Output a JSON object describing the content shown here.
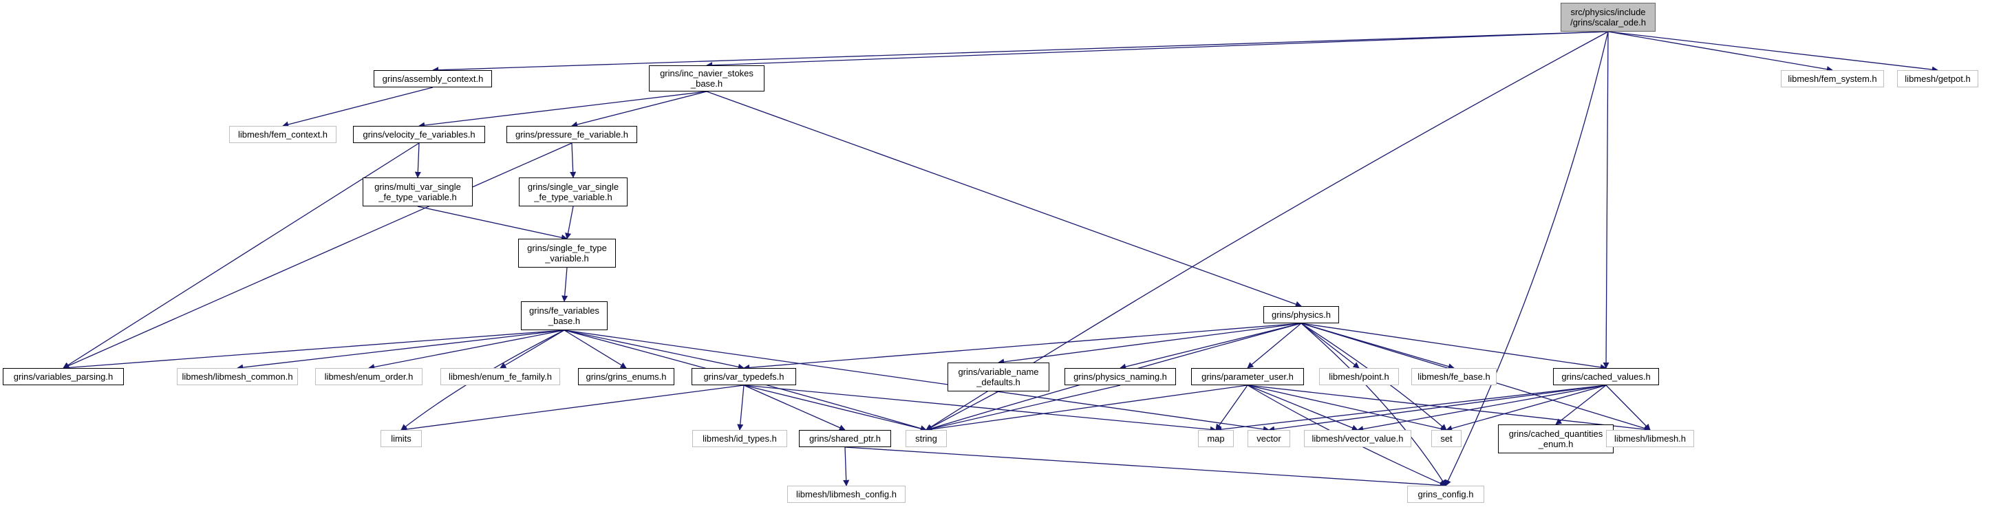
{
  "page": {
    "background": "#ffffff"
  },
  "colors": {
    "edge": "#191970",
    "local_border": "#000000",
    "external_border": "#bfbfbf",
    "root_fill": "#bfbfbf"
  },
  "nodes": {
    "root": "src/physics/include\n/grins/scalar_ode.h",
    "assembly_context": "grins/assembly_context.h",
    "inc_navier_stokes_base": "grins/inc_navier_stokes\n_base.h",
    "fem_system": "libmesh/fem_system.h",
    "getpot": "libmesh/getpot.h",
    "fem_context": "libmesh/fem_context.h",
    "velocity_fe_variables": "grins/velocity_fe_variables.h",
    "pressure_fe_variable": "grins/pressure_fe_variable.h",
    "multi_var_single_fe_type_variable": "grins/multi_var_single\n_fe_type_variable.h",
    "single_var_single_fe_type_variable": "grins/single_var_single\n_fe_type_variable.h",
    "single_fe_type_variable": "grins/single_fe_type\n_variable.h",
    "fe_variables_base": "grins/fe_variables\n_base.h",
    "physics": "grins/physics.h",
    "variables_parsing": "grins/variables_parsing.h",
    "libmesh_common": "libmesh/libmesh_common.h",
    "enum_order": "libmesh/enum_order.h",
    "enum_fe_family": "libmesh/enum_fe_family.h",
    "grins_enums": "grins/grins_enums.h",
    "var_typedefs": "grins/var_typedefs.h",
    "variable_name_defaults": "grins/variable_name\n_defaults.h",
    "physics_naming": "grins/physics_naming.h",
    "parameter_user": "grins/parameter_user.h",
    "point": "libmesh/point.h",
    "fe_base": "libmesh/fe_base.h",
    "cached_values": "grins/cached_values.h",
    "limits": "limits",
    "id_types": "libmesh/id_types.h",
    "shared_ptr": "grins/shared_ptr.h",
    "string": "string",
    "map": "map",
    "vector": "vector",
    "vector_value": "libmesh/vector_value.h",
    "set": "set",
    "cached_quantities_enum": "grins/cached_quantities\n_enum.h",
    "libmesh": "libmesh/libmesh.h",
    "libmesh_config": "libmesh/libmesh_config.h",
    "grins_config": "grins_config.h"
  }
}
